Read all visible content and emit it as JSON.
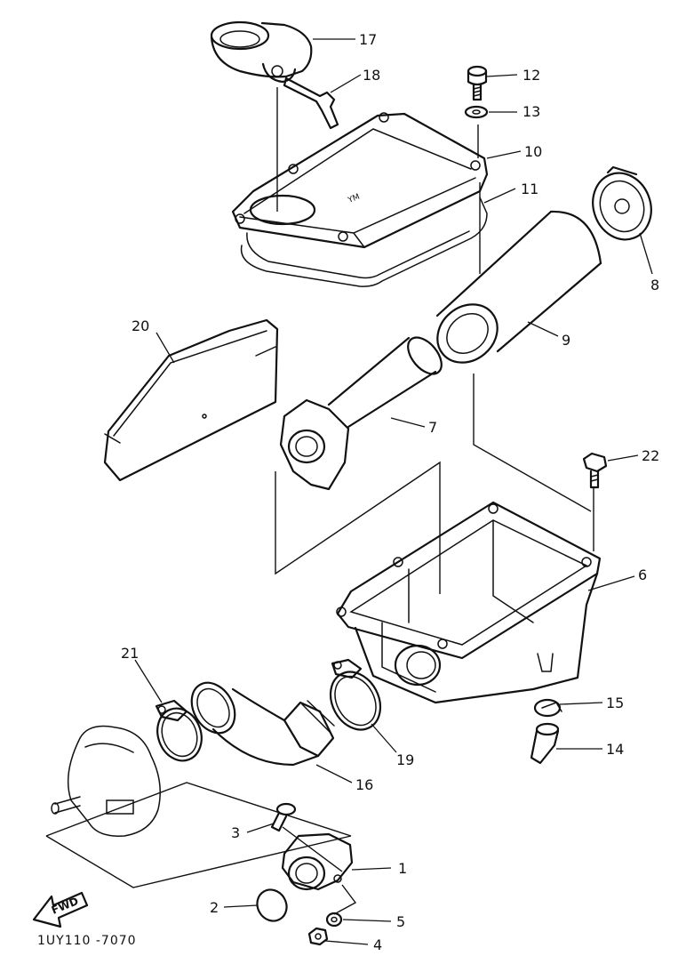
{
  "figure": {
    "code": "1UY110 -7070",
    "direction_label": "FWD"
  },
  "callouts": {
    "c1": "1",
    "c2": "2",
    "c3": "3",
    "c4": "4",
    "c5": "5",
    "c6": "6",
    "c7": "7",
    "c8": "8",
    "c9": "9",
    "c10": "10",
    "c11": "11",
    "c12": "12",
    "c13": "13",
    "c14": "14",
    "c15": "15",
    "c16": "16",
    "c17": "17",
    "c18": "18",
    "c19": "19",
    "c20": "20",
    "c21": "21",
    "c22": "22"
  }
}
